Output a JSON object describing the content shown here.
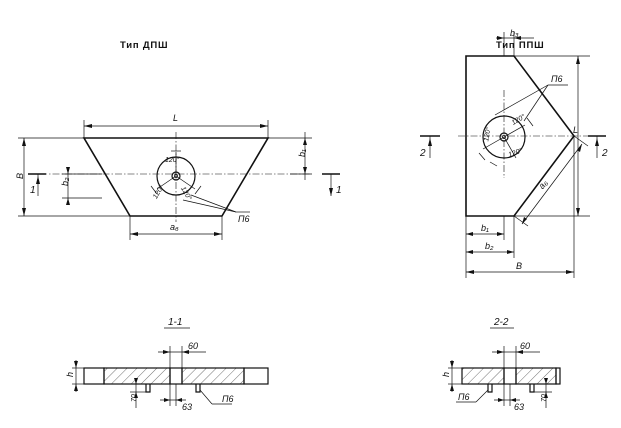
{
  "titles": {
    "dpsh": "Тип ДПШ",
    "ppsh": "Тип ППШ"
  },
  "sections": {
    "s11": "1-1",
    "s22": "2-2"
  },
  "labels": {
    "L": "L",
    "B": "B",
    "b1": "b₁",
    "b2": "b₂",
    "b3": "b₃",
    "a6": "a₆",
    "P6": "П6",
    "angle": "120°",
    "h": "h",
    "d60": "60",
    "d63": "63",
    "d70": "70",
    "cut1": "1",
    "cut2": "2"
  }
}
